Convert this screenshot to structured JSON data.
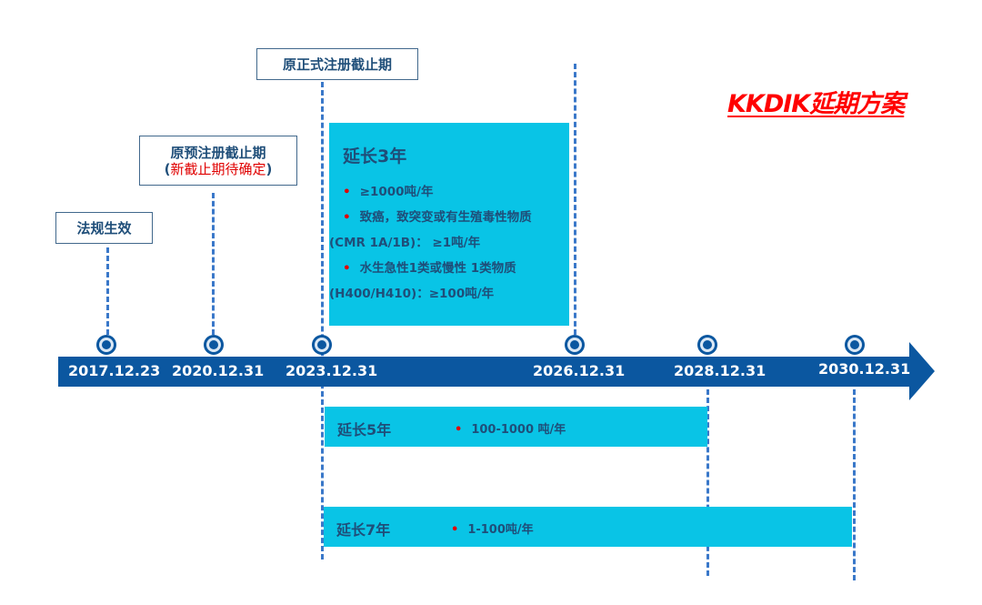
{
  "title": "KKDIK延期方案",
  "colors": {
    "axis": "#0b57a0",
    "cyan_box": "#09c4e6",
    "title_red": "#ff0000",
    "label_text": "#1f4e79",
    "dash_line": "#3a78c9"
  },
  "milestone_labels": {
    "effective": "法规生效",
    "pre_registration_line1": "原预注册截止期",
    "pre_registration_line2_open": "(",
    "pre_registration_line2": "新截止期待确定",
    "pre_registration_line2_close": ")",
    "formal_registration": "原正式注册截止期"
  },
  "timeline": {
    "dates": [
      "2017.12.23",
      "2020.12.31",
      "2023.12.31",
      "2026.12.31",
      "2028.12.31",
      "2030.12.31"
    ]
  },
  "extensions": {
    "three_years": {
      "heading": "延长3年",
      "bullet": "•",
      "items": [
        "≥1000吨/年",
        "致癌，致突变或有生殖毒性物质",
        "(CMR 1A/1B)： ≥1吨/年",
        "水生急性1类或慢性 1类物质",
        "(H400/H410)：≥100吨/年"
      ]
    },
    "five_years": {
      "heading": "延长5年",
      "bullet": "•",
      "item": "100-1000 吨/年"
    },
    "seven_years": {
      "heading": "延长7年",
      "bullet": "•",
      "item": "1-100吨/年"
    }
  }
}
